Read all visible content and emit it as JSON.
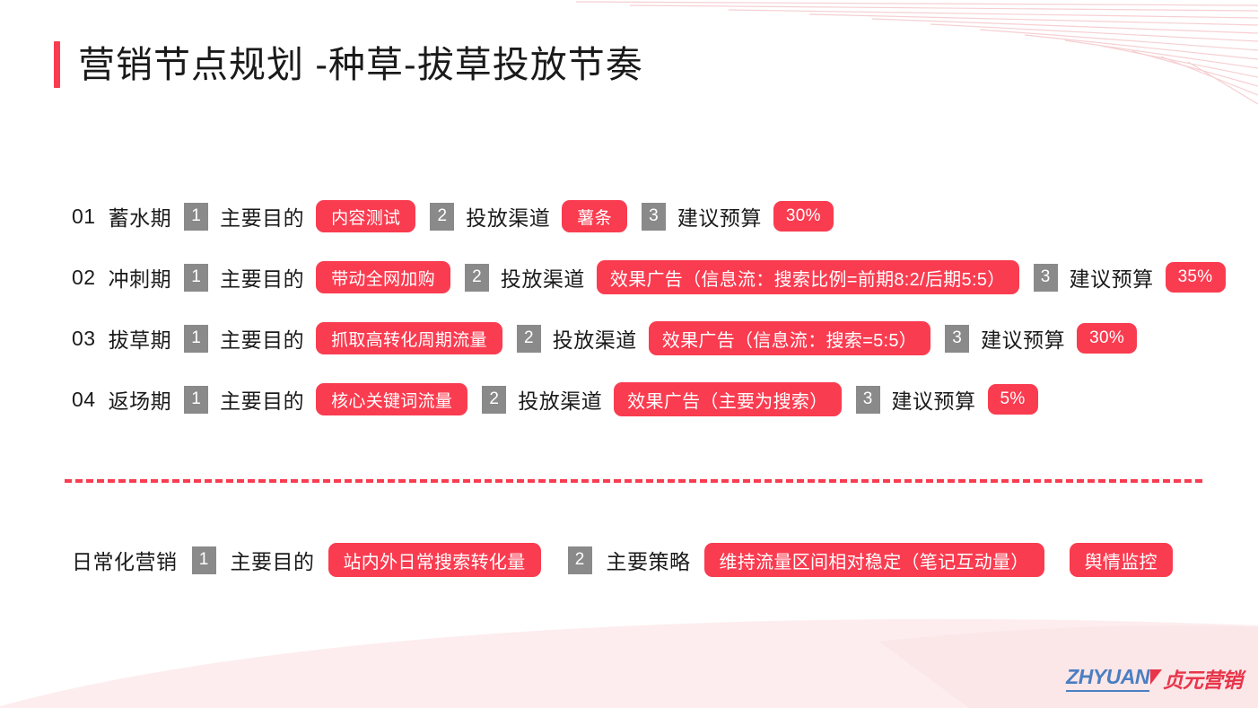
{
  "title": "营销节点规划  -种草-拔草投放节奏",
  "colors": {
    "accent_red": "#FA3C50",
    "badge_gray": "#8A8A8A",
    "text_dark": "#1A1A1A",
    "logo_blue": "#4A7FC1",
    "logo_red": "#E8354A",
    "bg_wave_pink": "#FDEDEE"
  },
  "phases": [
    {
      "index": "01",
      "name": "蓄水期",
      "items": [
        {
          "num": "1",
          "label": "主要目的",
          "value": "内容测试"
        },
        {
          "num": "2",
          "label": "投放渠道",
          "value": "薯条"
        },
        {
          "num": "3",
          "label": "建议预算",
          "value": "30%"
        }
      ]
    },
    {
      "index": "02",
      "name": "冲刺期",
      "items": [
        {
          "num": "1",
          "label": "主要目的",
          "value": "带动全网加购"
        },
        {
          "num": "2",
          "label": "投放渠道",
          "value": "效果广告（信息流：搜索比例=前期8:2/后期5:5）"
        },
        {
          "num": "3",
          "label": "建议预算",
          "value": "35%"
        }
      ]
    },
    {
      "index": "03",
      "name": "拔草期",
      "items": [
        {
          "num": "1",
          "label": "主要目的",
          "value": "抓取高转化周期流量"
        },
        {
          "num": "2",
          "label": "投放渠道",
          "value": "效果广告（信息流：搜索=5:5）"
        },
        {
          "num": "3",
          "label": "建议预算",
          "value": "30%"
        }
      ]
    },
    {
      "index": "04",
      "name": "返场期",
      "items": [
        {
          "num": "1",
          "label": "主要目的",
          "value": "核心关键词流量"
        },
        {
          "num": "2",
          "label": "投放渠道",
          "value": "效果广告（主要为搜索）"
        },
        {
          "num": "3",
          "label": "建议预算",
          "value": "5%"
        }
      ]
    }
  ],
  "daily": {
    "name": "日常化营销",
    "num1": "1",
    "label1": "主要目的",
    "value1": "站内外日常搜索转化量",
    "num2": "2",
    "label2": "主要策略",
    "value2": "维持流量区间相对稳定（笔记互动量）",
    "value3": "舆情监控"
  },
  "logo": {
    "en": "ZHYUAN",
    "cn": "贞元营销"
  }
}
